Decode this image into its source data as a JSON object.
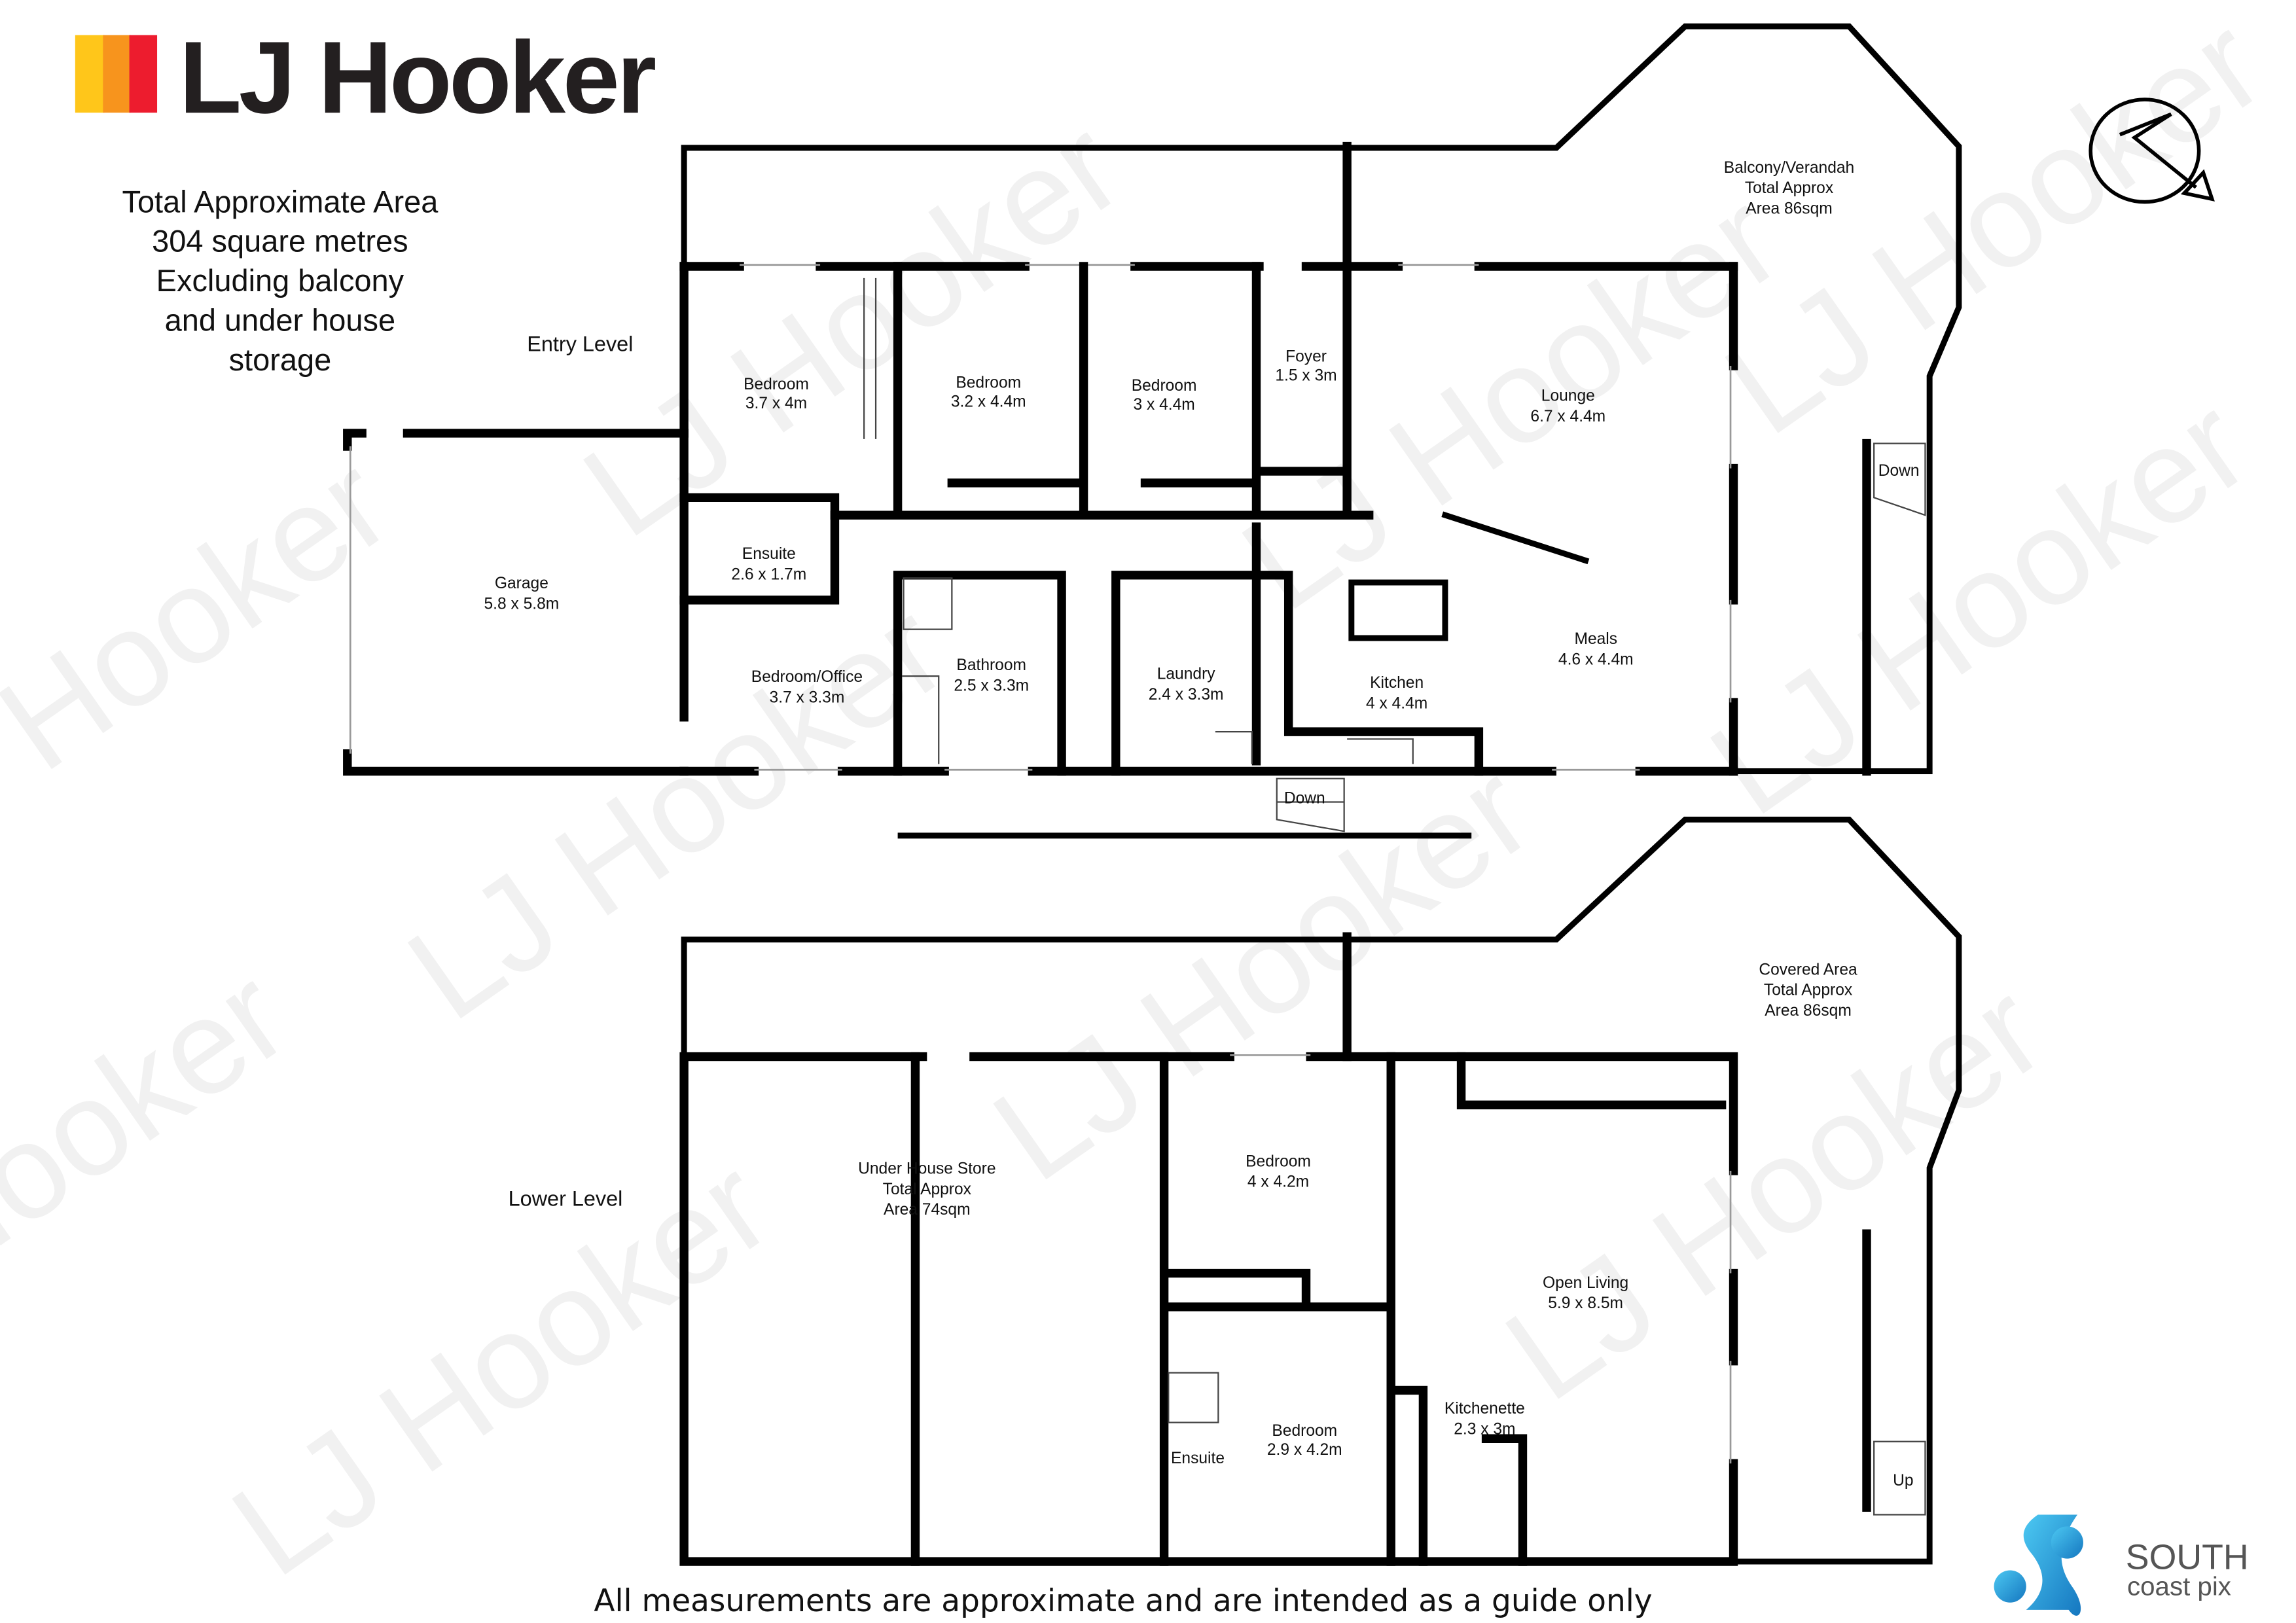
{
  "logo": {
    "brand": "LJ Hooker",
    "colors": [
      "#FFC61A",
      "#F7941D",
      "#ED1C2E"
    ],
    "text_color": "#231F20"
  },
  "summary": {
    "lines": [
      "Total Approximate Area",
      "304 square metres",
      "Excluding balcony",
      "and under house",
      "storage"
    ]
  },
  "entry_level": {
    "label": "Entry Level",
    "balcony": [
      "Balcony/Verandah",
      "Total Approx",
      "Area 86sqm"
    ],
    "rooms": [
      {
        "name": "Garage",
        "dims": "5.8 x 5.8m"
      },
      {
        "name": "Bedroom",
        "dims": "3.7 x 4m"
      },
      {
        "name": "Bedroom",
        "dims": "3.2 x 4.4m"
      },
      {
        "name": "Bedroom",
        "dims": "3 x 4.4m"
      },
      {
        "name": "Foyer",
        "dims": "1.5 x 3m"
      },
      {
        "name": "Lounge",
        "dims": "6.7 x 4.4m"
      },
      {
        "name": "Ensuite",
        "dims": "2.6 x 1.7m"
      },
      {
        "name": "Bedroom/Office",
        "dims": "3.7 x 3.3m"
      },
      {
        "name": "Bathroom",
        "dims": "2.5 x 3.3m"
      },
      {
        "name": "Laundry",
        "dims": "2.4 x 3.3m"
      },
      {
        "name": "Kitchen",
        "dims": "4 x 4.4m"
      },
      {
        "name": "Meals",
        "dims": "4.6 x 4.4m"
      }
    ],
    "stairs": [
      "Down",
      "Down"
    ]
  },
  "lower_level": {
    "label": "Lower Level",
    "covered": [
      "Covered Area",
      "Total Approx",
      "Area 86sqm"
    ],
    "store": [
      "Under House Store",
      "Total Approx",
      "Area 74sqm"
    ],
    "rooms": [
      {
        "name": "Bedroom",
        "dims": "4 x 4.2m"
      },
      {
        "name": "Open Living",
        "dims": "5.9 x 8.5m"
      },
      {
        "name": "Bedroom",
        "dims": "2.9 x 4.2m"
      },
      {
        "name": "Kitchenette",
        "dims": "2.3 x 3m"
      },
      {
        "name": "Ensuite",
        "dims": ""
      }
    ],
    "stairs": [
      "Up"
    ]
  },
  "footer": "All measurements are approximate and are intended as a guide only",
  "credit": {
    "line1": "SOUTH",
    "line2": "coast pix",
    "color": "#2A9BD8"
  },
  "watermark": "LJ Hooker"
}
